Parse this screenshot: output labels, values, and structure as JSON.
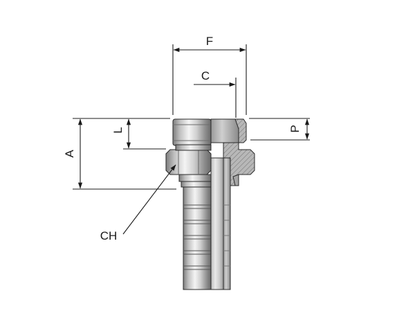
{
  "labels": {
    "F": "F",
    "C": "C",
    "L": "L",
    "A": "A",
    "P": "P",
    "CH": "CH"
  }
}
